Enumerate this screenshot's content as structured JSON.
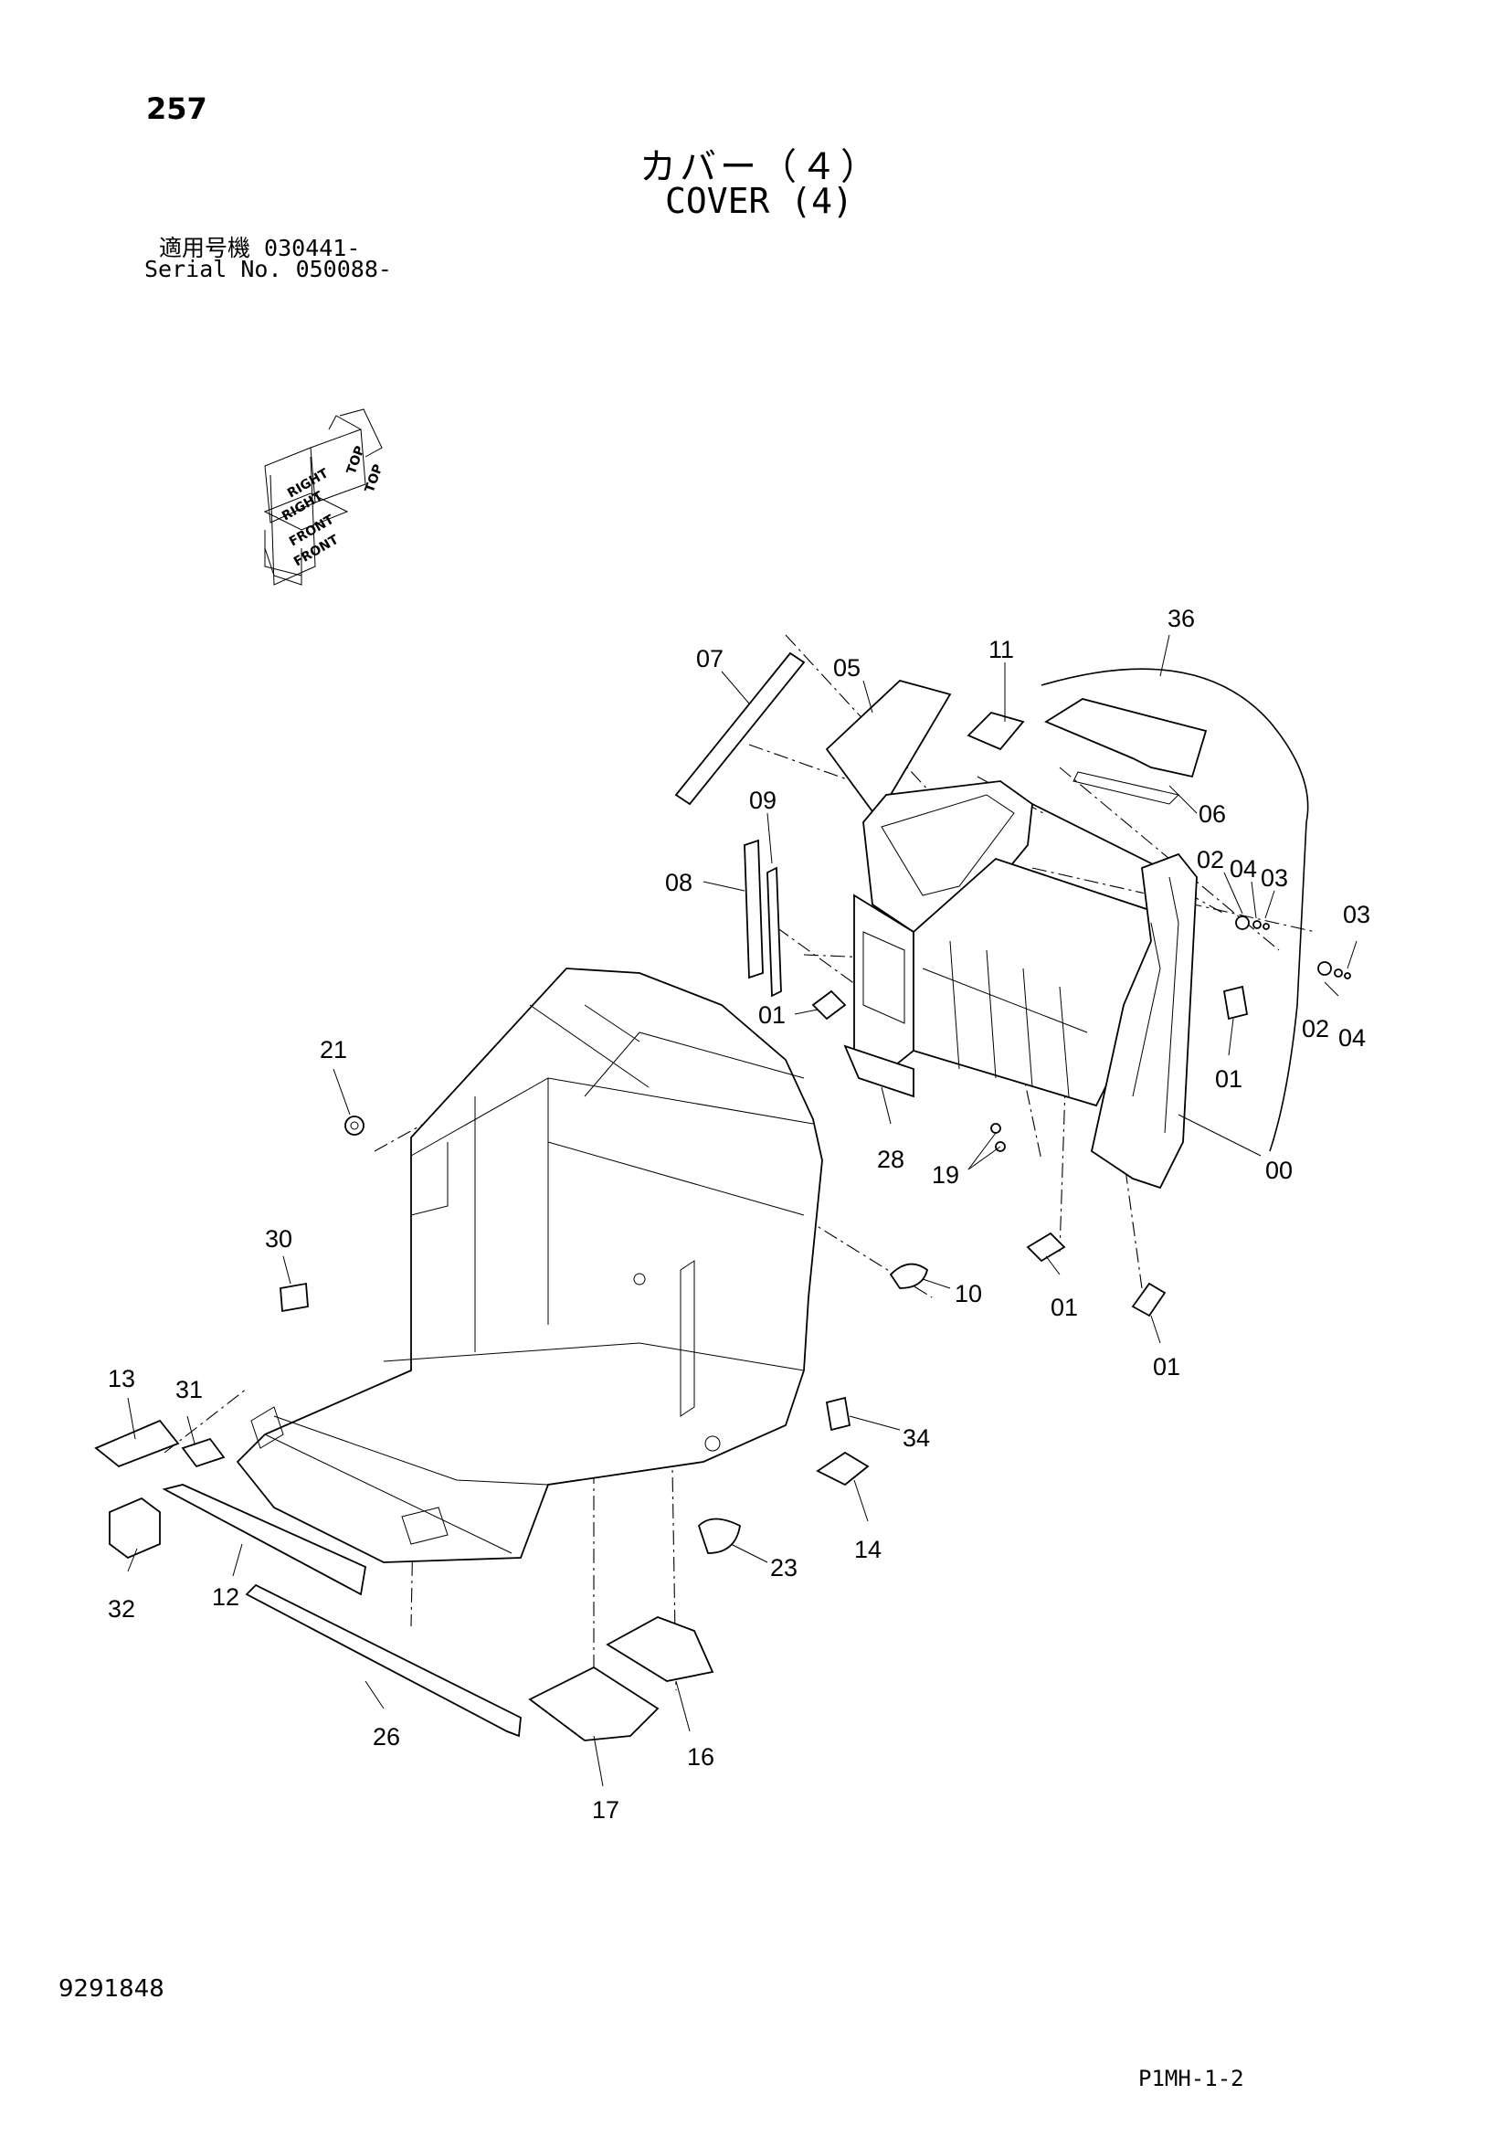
{
  "header": {
    "page_number": "257",
    "title_jp": "カバー（４）",
    "title_en": "COVER (4)",
    "serial_jp": "適用号機  030441-",
    "serial_en": "Serial No. 050088-"
  },
  "orientation_labels": [
    "TOP",
    "TOP",
    "RIGHT",
    "RIGHT",
    "FRONT",
    "FRONT"
  ],
  "callouts": [
    "36",
    "07",
    "05",
    "11",
    "06",
    "09",
    "08",
    "02",
    "04",
    "03",
    "03",
    "01",
    "02",
    "04",
    "01",
    "21",
    "28",
    "19",
    "00",
    "30",
    "10",
    "01",
    "01",
    "13",
    "31",
    "34",
    "14",
    "23",
    "32",
    "12",
    "26",
    "16",
    "17"
  ],
  "footer": {
    "doc_number": "9291848",
    "page_code": "P1MH-1-2"
  }
}
